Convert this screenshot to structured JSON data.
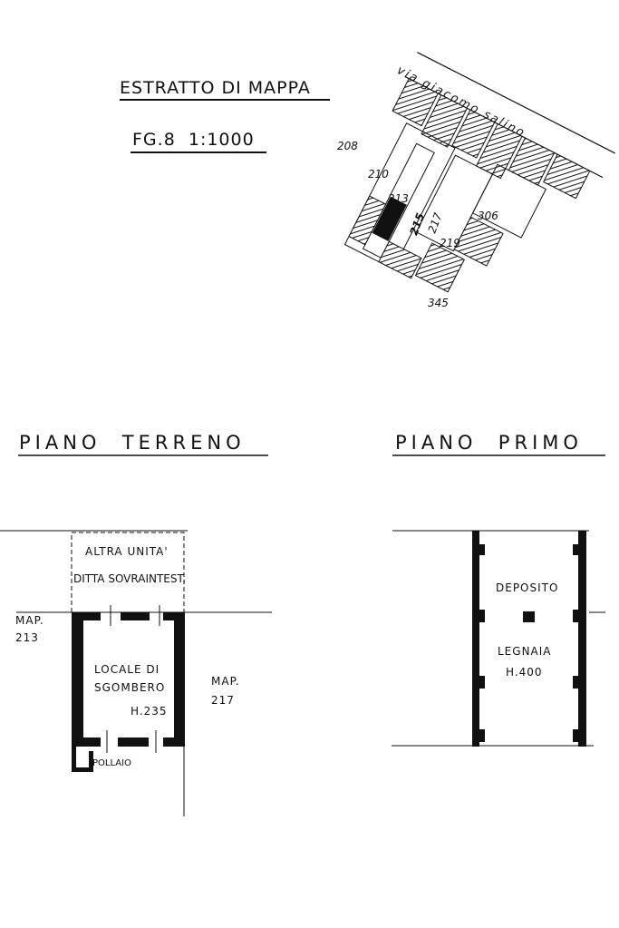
{
  "header": {
    "title": "ESTRATTO DI MAPPA",
    "sheet_scale": "FG.8  1:1000"
  },
  "cadastral_map": {
    "street_name": "via giacomo salino",
    "parcels": [
      "208",
      "210",
      "213",
      "215",
      "217",
      "219",
      "306",
      "345"
    ]
  },
  "ground_floor": {
    "heading": "PIANO  TERRENO",
    "other_unit_line1": "ALTRA UNITA'",
    "other_unit_line2": "DITTA SOVRAINTEST.",
    "room_line1": "LOCALE DI",
    "room_line2": "SGOMBERO",
    "height": "H.235",
    "map_left_line1": "MAP.",
    "map_left_line2": "213",
    "map_right_line1": "MAP.",
    "map_right_line2": "217",
    "annex": "POLLAIO"
  },
  "first_floor": {
    "heading": "PIANO  PRIMO",
    "room_line1": "DEPOSITO",
    "room_line2": "LEGNAIA",
    "height": "H.400"
  }
}
